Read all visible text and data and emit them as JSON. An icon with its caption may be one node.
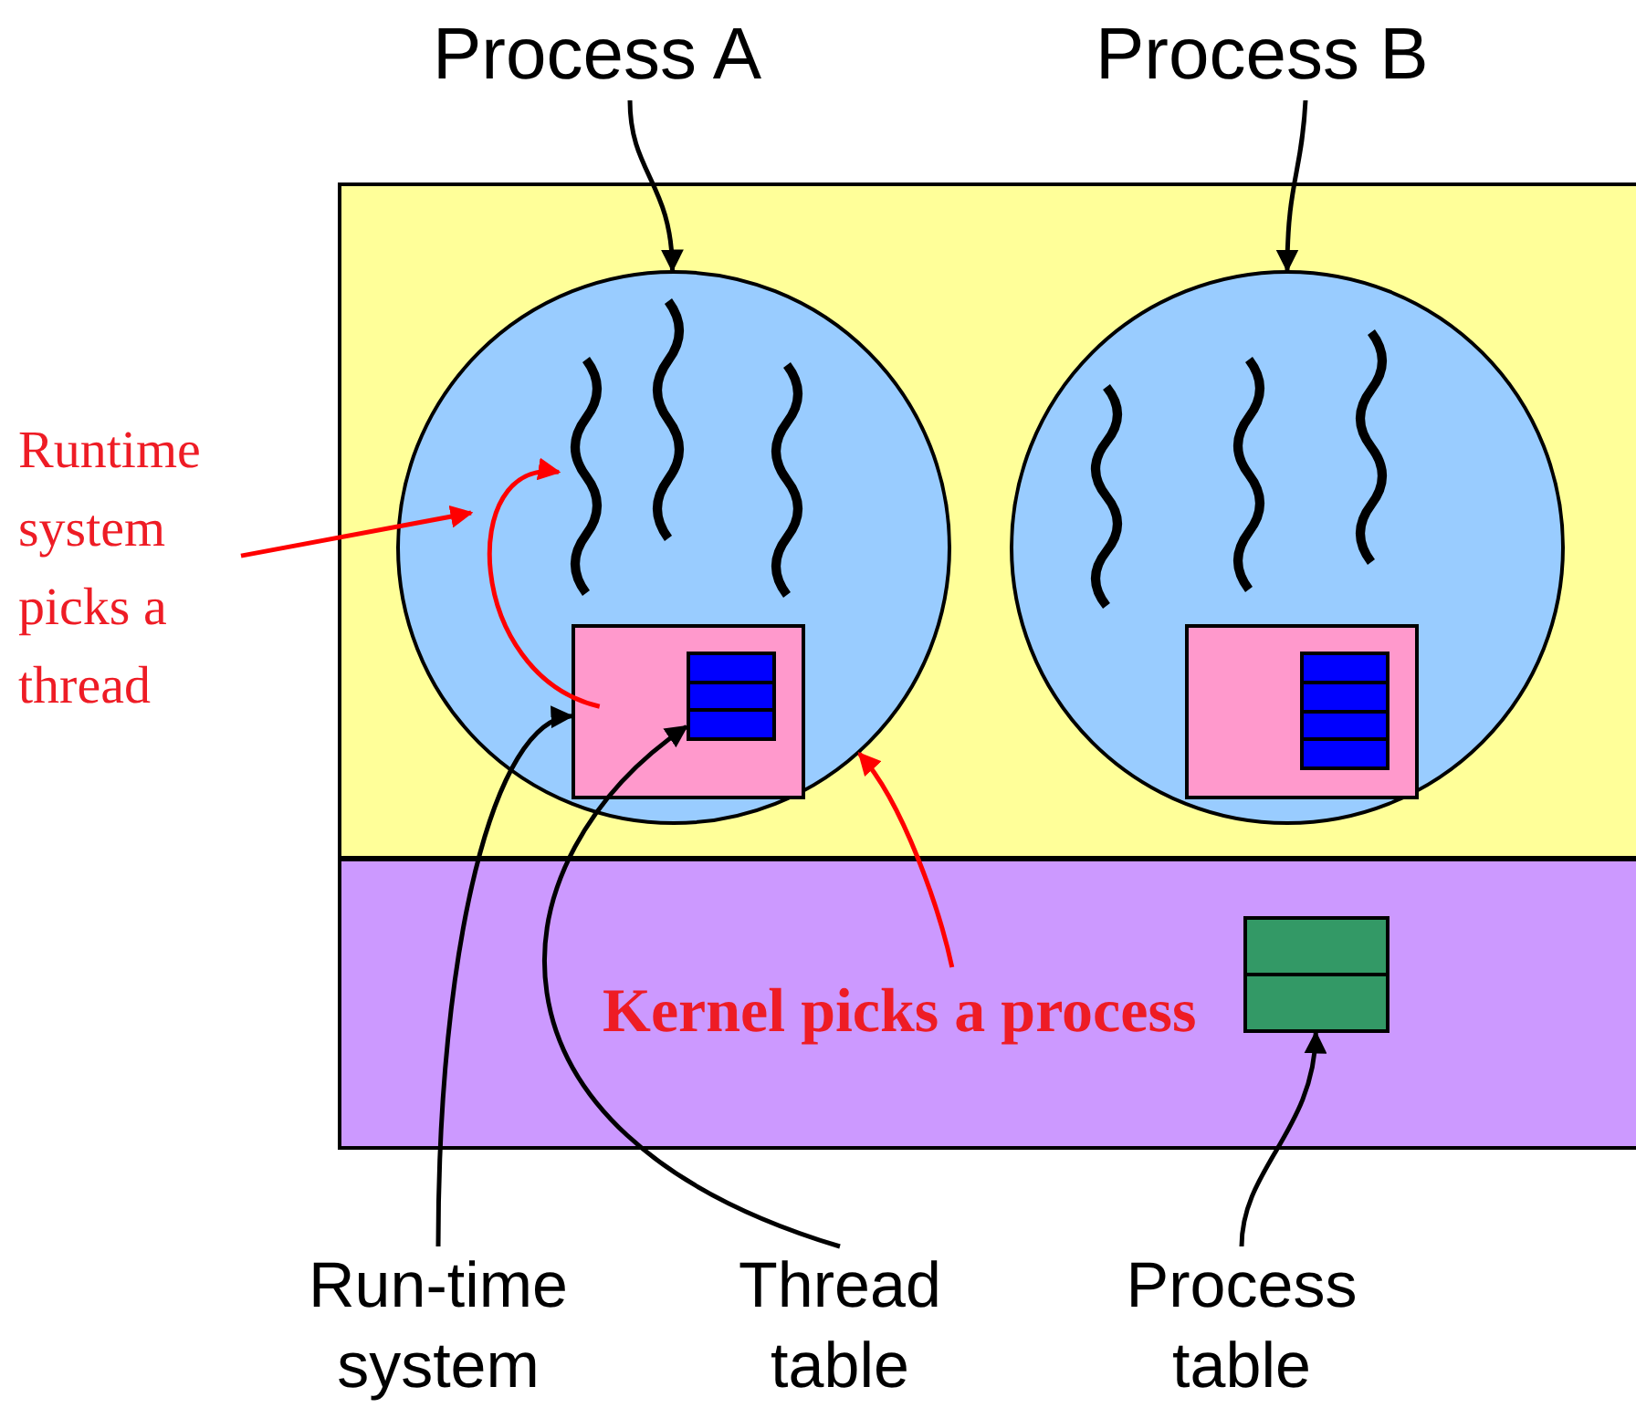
{
  "diagram": {
    "nodes": [
      {
        "text": [
          "Process A"
        ]
      },
      {
        "text": [
          "Process B"
        ]
      },
      {
        "text": [],
        "shape": "box"
      },
      {
        "text": [],
        "shape": "circle",
        "in": 2
      },
      {
        "text": [],
        "shape": "wave",
        "in": 3
      },
      {
        "text": [],
        "shape": "wave",
        "in": 3
      },
      {
        "text": [],
        "shape": "wave",
        "in": 3
      },
      {
        "text": [],
        "shape": "box",
        "in": 3
      },
      {
        "text": [],
        "shape": "box",
        "in": 7
      },
      {
        "text": [],
        "shape": "circle",
        "in": 2
      },
      {
        "text": [],
        "shape": "wave",
        "in": 9
      },
      {
        "text": [],
        "shape": "wave",
        "in": 9
      },
      {
        "text": [],
        "shape": "wave",
        "in": 9
      },
      {
        "text": [],
        "shape": "box",
        "in": 9
      },
      {
        "text": [],
        "shape": "box",
        "in": 13
      },
      {
        "text": [
          "Runtime system picks a thread"
        ]
      },
      {
        "text": [],
        "shape": "box"
      },
      {
        "text": [
          "Kernel picks a process"
        ],
        "in": 16
      },
      {
        "text": [],
        "shape": "box",
        "in": 16
      },
      {
        "text": [
          "Run-time system"
        ]
      },
      {
        "text": [
          "Thread table"
        ]
      },
      {
        "text": [
          "Process table"
        ]
      }
    ],
    "edges": [
      {
        "from": 0,
        "to": 3,
        "arrow": "to"
      },
      {
        "from": 1,
        "to": 9,
        "arrow": "to"
      },
      {
        "from": 15,
        "to": null,
        "arrow": "to",
        "color": "#ff0000"
      },
      {
        "from": 7,
        "to": 4,
        "arrow": "to",
        "color": "#ff0000"
      },
      {
        "from": 17,
        "to": 3,
        "arrow": "to",
        "color": "#ff0000"
      },
      {
        "from": 19,
        "to": 7,
        "arrow": "to"
      },
      {
        "from": 20,
        "to": 8,
        "arrow": "to"
      },
      {
        "from": 21,
        "to": 18,
        "arrow": "to"
      }
    ]
  }
}
